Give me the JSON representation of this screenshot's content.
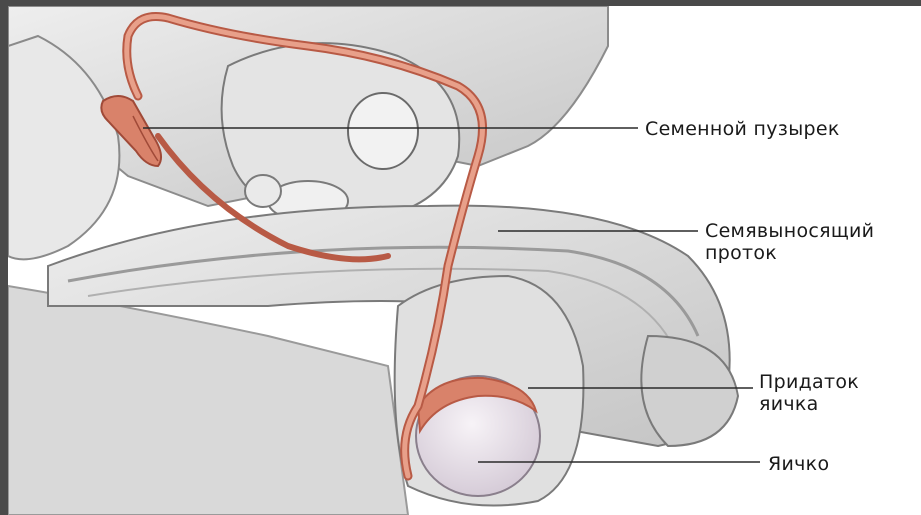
{
  "labels": {
    "seminal_vesicle": "Семенной пузырек",
    "vas_deferens_line1": "Семявыносящий",
    "vas_deferens_line2": "проток",
    "epididymis_line1": "Придаток",
    "epididymis_line2": "яичка",
    "testis": "Яичко"
  },
  "colors": {
    "duct": "#d9826a",
    "duct_dark": "#b85a45",
    "tissue": "#d8d8d8",
    "tissue_dark": "#9a9a9a",
    "testis": "#ece6ee",
    "frame": "#4a4a4a"
  }
}
